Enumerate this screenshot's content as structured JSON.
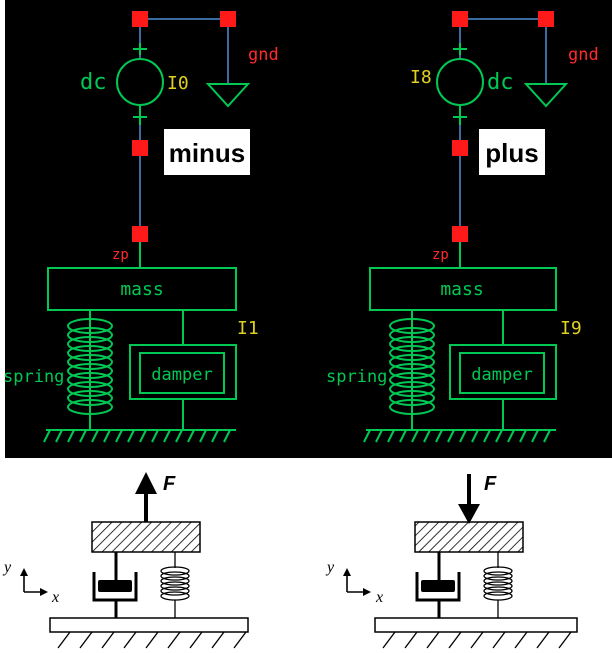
{
  "colors": {
    "background": "#000000",
    "component": "#00c853",
    "wire": "#4f8fd6",
    "pin": "#ff1a1a",
    "instance_label": "#e0d020",
    "net_label": "#ff2a2a",
    "tag_bg": "#ffffff",
    "tag_text": "#000000"
  },
  "left_schematic": {
    "source_label": "dc",
    "instance_source": "I0",
    "gnd_label": "gnd",
    "tag": "minus",
    "net_label": "zp",
    "mass_label": "mass",
    "instance_body": "I1",
    "spring_label": "spring",
    "damper_label": "damper"
  },
  "right_schematic": {
    "source_label": "dc",
    "instance_source": "I8",
    "gnd_label": "gnd",
    "tag": "plus",
    "net_label": "zp",
    "mass_label": "mass",
    "instance_body": "I9",
    "spring_label": "spring",
    "damper_label": "damper"
  },
  "left_model": {
    "force_label": "F",
    "force_direction": "up",
    "axis_y": "y",
    "axis_x": "x"
  },
  "right_model": {
    "force_label": "F",
    "force_direction": "down",
    "axis_y": "y",
    "axis_x": "x"
  }
}
